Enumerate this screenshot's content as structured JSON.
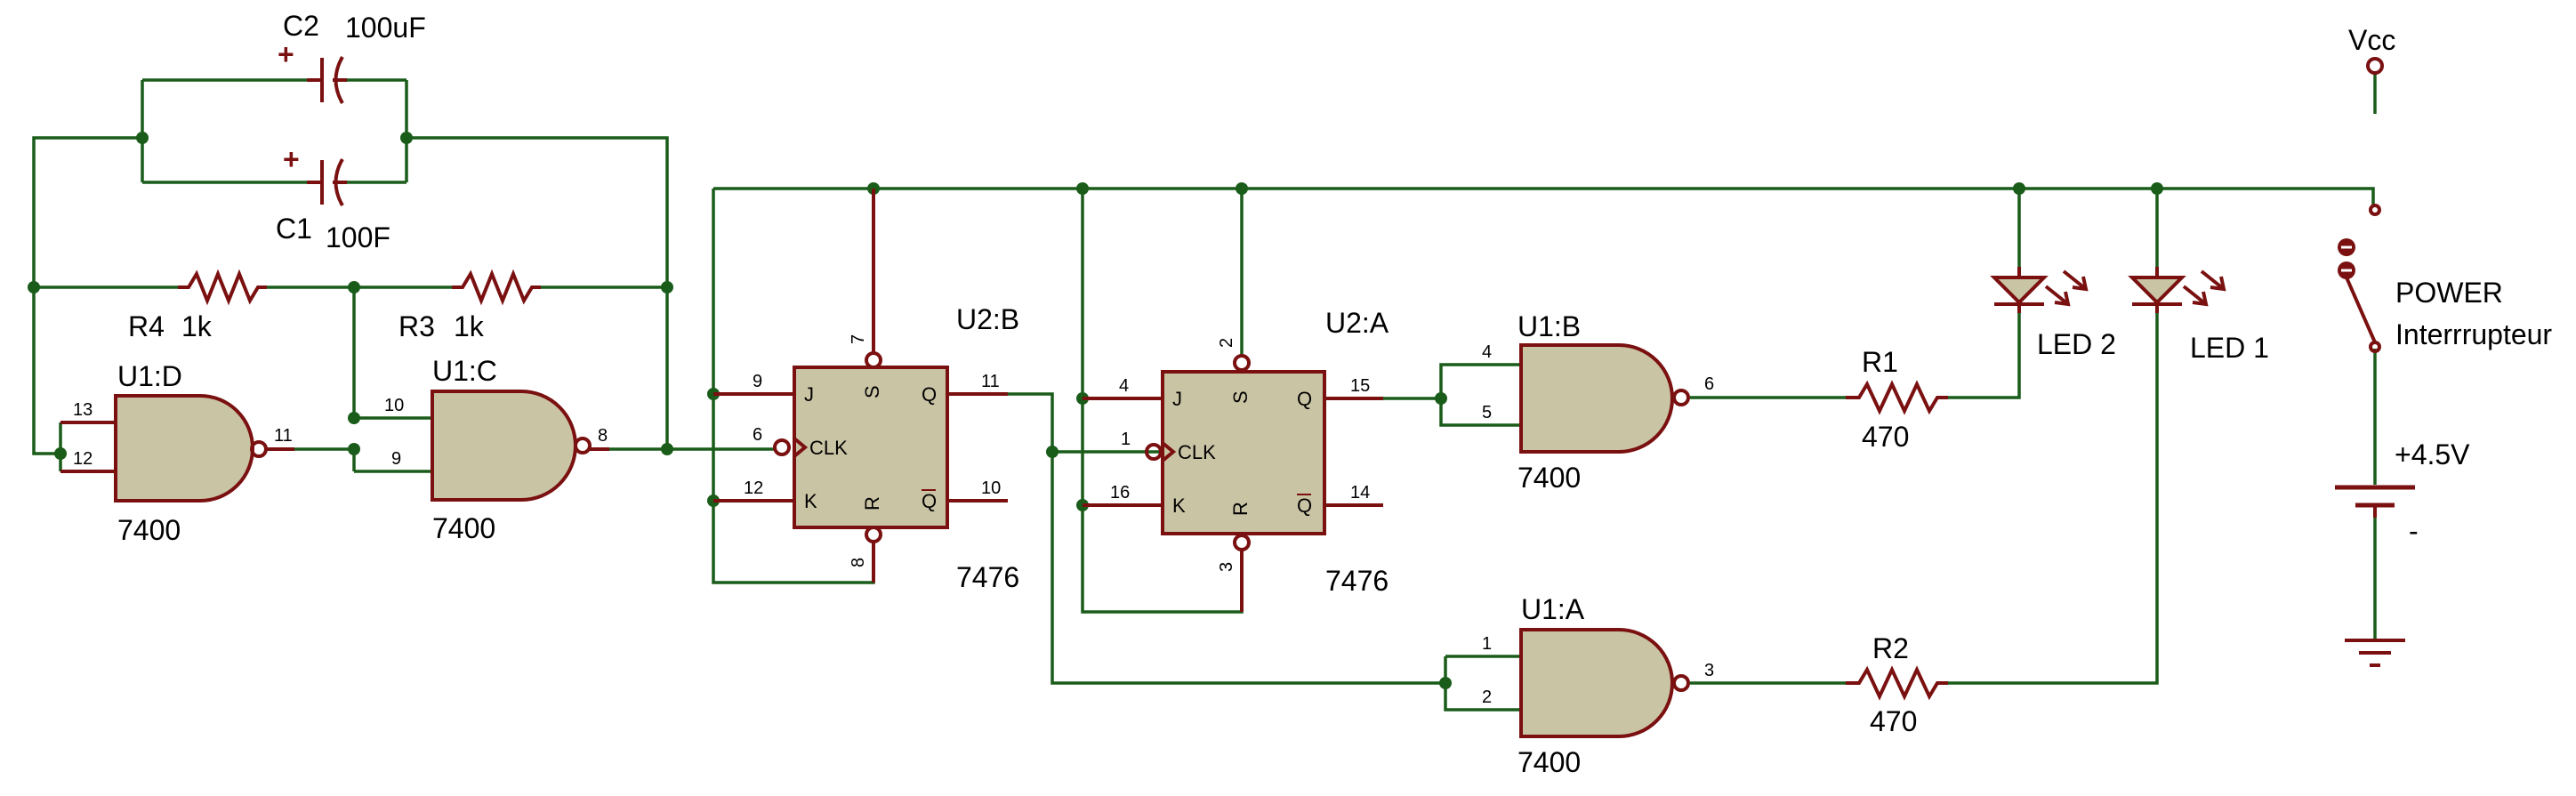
{
  "capacitors": {
    "c2": {
      "ref": "C2",
      "value": "100uF"
    },
    "c1": {
      "ref": "C1",
      "value": "100F"
    }
  },
  "resistors": {
    "r4": {
      "ref": "R4",
      "value": "1k"
    },
    "r3": {
      "ref": "R3",
      "value": "1k"
    },
    "r1": {
      "ref": "R1",
      "value": "470"
    },
    "r2": {
      "ref": "R2",
      "value": "470"
    }
  },
  "gates": {
    "u1d": {
      "ref": "U1:D",
      "part": "7400",
      "in1": "13",
      "in2": "12",
      "out": "11"
    },
    "u1c": {
      "ref": "U1:C",
      "part": "7400",
      "in1": "10",
      "in2": "9",
      "out": "8"
    },
    "u1b": {
      "ref": "U1:B",
      "part": "7400",
      "in1": "4",
      "in2": "5",
      "out": "6"
    },
    "u1a": {
      "ref": "U1:A",
      "part": "7400",
      "in1": "1",
      "in2": "2",
      "out": "3"
    }
  },
  "flipflops": {
    "u2b": {
      "ref": "U2:B",
      "part": "7476",
      "pins": {
        "j": "9",
        "clk": "6",
        "k": "12",
        "s": "7",
        "r": "8",
        "q": "11",
        "qbar": "10"
      }
    },
    "u2a": {
      "ref": "U2:A",
      "part": "7476",
      "pins": {
        "j": "4",
        "clk": "1",
        "k": "16",
        "s": "2",
        "r": "3",
        "q": "15",
        "qbar": "14"
      }
    }
  },
  "ff_labels": {
    "j": "J",
    "clk": "CLK",
    "k": "K",
    "s": "S",
    "r": "R",
    "q": "Q",
    "qbar": "Q"
  },
  "leds": {
    "led2": "LED 2",
    "led1": "LED 1"
  },
  "power": {
    "vcc": "Vcc",
    "switch_name": "POWER",
    "switch_desc": "Interrrupteur",
    "battery_plus": "+4.5V",
    "battery_minus": "-"
  },
  "signs": {
    "plus": "+"
  }
}
